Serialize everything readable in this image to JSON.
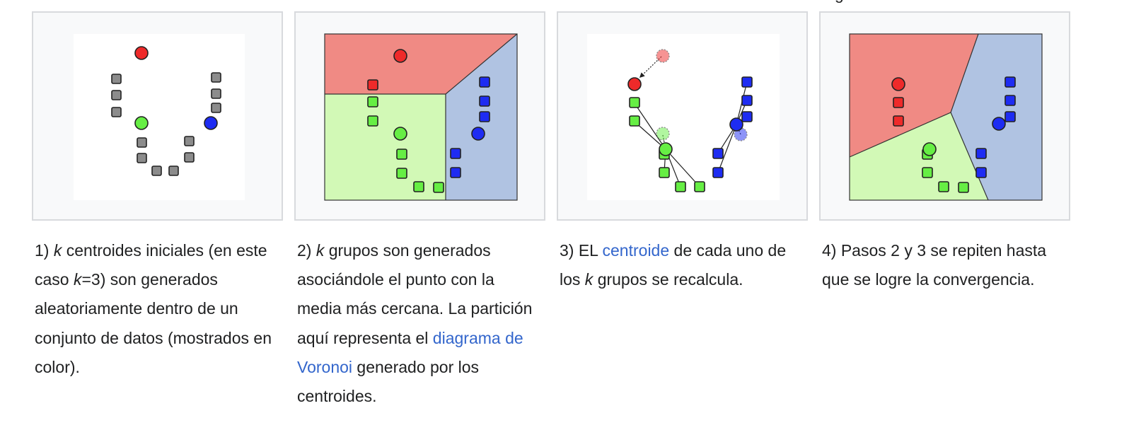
{
  "colors": {
    "red": "#ee2a2a",
    "green": "#66ee44",
    "blue": "#1e2cf2",
    "gray": "#8c8c8c",
    "red_region": "#f08a84",
    "green_region": "#d2f9b6",
    "blue_region": "#b0c3e2",
    "link": "#3366cc"
  },
  "top_partial_text": "g",
  "steps": [
    {
      "num": "1)",
      "k": "k",
      "text1": "centroides iniciales (en este caso",
      "k2": "k",
      "text2": "=3) son generados aleatoriamente dentro de un conjunto de datos (mostrados en color)."
    },
    {
      "num": "2)",
      "k": "k",
      "text1": "grupos son generados asociándole el punto con la media más cercana. La partición aquí representa el",
      "link": "diagrama de Voronoi",
      "text2": "generado por los centroides."
    },
    {
      "num": "3) EL",
      "link": "centroide",
      "text1": "de cada uno de los",
      "k": "k",
      "text2": "grupos se recalcula."
    },
    {
      "num": "4)",
      "text1": "Pasos 2 y 3 se repiten hasta que se logre la convergencia."
    }
  ]
}
